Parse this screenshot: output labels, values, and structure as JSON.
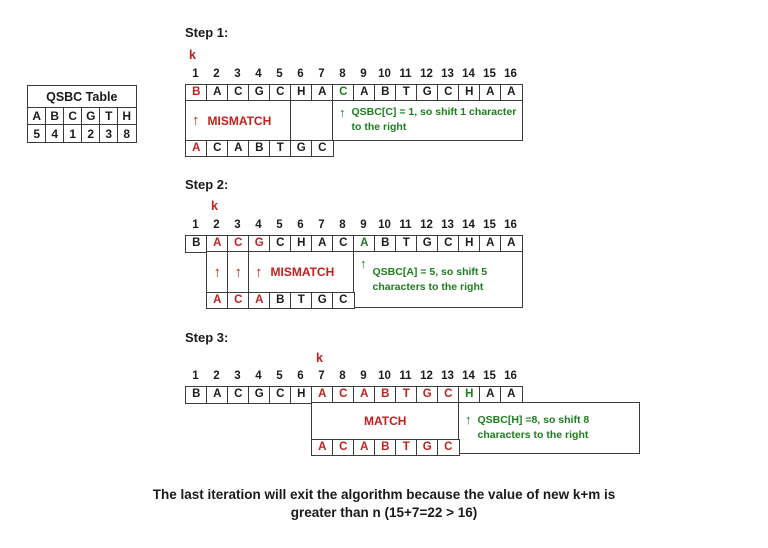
{
  "icons": {
    "up_arrow": "↑"
  },
  "qsbc_table": {
    "title": "QSBC Table",
    "letters": [
      {
        "ch": "A",
        "color": "black"
      },
      {
        "ch": "B",
        "color": "black"
      },
      {
        "ch": "C",
        "color": "black"
      },
      {
        "ch": "G",
        "color": "black"
      },
      {
        "ch": "T",
        "color": "black"
      },
      {
        "ch": "H",
        "color": "black"
      }
    ],
    "values": [
      {
        "ch": "5",
        "color": "black"
      },
      {
        "ch": "4",
        "color": "black"
      },
      {
        "ch": "1",
        "color": "black"
      },
      {
        "ch": "2",
        "color": "black"
      },
      {
        "ch": "3",
        "color": "black"
      },
      {
        "ch": "8",
        "color": "black"
      }
    ]
  },
  "indices": [
    "1",
    "2",
    "3",
    "4",
    "5",
    "6",
    "7",
    "8",
    "9",
    "10",
    "11",
    "12",
    "13",
    "14",
    "15",
    "16"
  ],
  "steps": [
    {
      "label": "Step 1:",
      "k": "k",
      "text_cells": [
        {
          "ch": "B",
          "color": "red"
        },
        {
          "ch": "A",
          "color": "black"
        },
        {
          "ch": "C",
          "color": "black"
        },
        {
          "ch": "G",
          "color": "black"
        },
        {
          "ch": "C",
          "color": "black"
        },
        {
          "ch": "H",
          "color": "black"
        },
        {
          "ch": "A",
          "color": "black"
        },
        {
          "ch": "C",
          "color": "green"
        },
        {
          "ch": "A",
          "color": "black"
        },
        {
          "ch": "B",
          "color": "black"
        },
        {
          "ch": "T",
          "color": "black"
        },
        {
          "ch": "G",
          "color": "black"
        },
        {
          "ch": "C",
          "color": "black"
        },
        {
          "ch": "H",
          "color": "black"
        },
        {
          "ch": "A",
          "color": "black"
        },
        {
          "ch": "A",
          "color": "black"
        }
      ],
      "mismatch_label": "MISMATCH",
      "green_note": "QSBC[C] = 1, so shift 1 character to the right",
      "pattern_cells": [
        {
          "ch": "A",
          "color": "red"
        },
        {
          "ch": "C",
          "color": "black"
        },
        {
          "ch": "A",
          "color": "black"
        },
        {
          "ch": "B",
          "color": "black"
        },
        {
          "ch": "T",
          "color": "black"
        },
        {
          "ch": "G",
          "color": "black"
        },
        {
          "ch": "C",
          "color": "black"
        }
      ]
    },
    {
      "label": "Step 2:",
      "k": "k",
      "text_cells": [
        {
          "ch": "B",
          "color": "black"
        },
        {
          "ch": "A",
          "color": "red"
        },
        {
          "ch": "C",
          "color": "red"
        },
        {
          "ch": "G",
          "color": "red"
        },
        {
          "ch": "C",
          "color": "black"
        },
        {
          "ch": "H",
          "color": "black"
        },
        {
          "ch": "A",
          "color": "black"
        },
        {
          "ch": "C",
          "color": "black"
        },
        {
          "ch": "A",
          "color": "green"
        },
        {
          "ch": "B",
          "color": "black"
        },
        {
          "ch": "T",
          "color": "black"
        },
        {
          "ch": "G",
          "color": "black"
        },
        {
          "ch": "C",
          "color": "black"
        },
        {
          "ch": "H",
          "color": "black"
        },
        {
          "ch": "A",
          "color": "black"
        },
        {
          "ch": "A",
          "color": "black"
        }
      ],
      "mismatch_label": "MISMATCH",
      "green_note": "QSBC[A] = 5, so shift 5 characters to the right",
      "pattern_cells": [
        {
          "ch": "A",
          "color": "red"
        },
        {
          "ch": "C",
          "color": "red"
        },
        {
          "ch": "A",
          "color": "red"
        },
        {
          "ch": "B",
          "color": "black"
        },
        {
          "ch": "T",
          "color": "black"
        },
        {
          "ch": "G",
          "color": "black"
        },
        {
          "ch": "C",
          "color": "black"
        }
      ]
    },
    {
      "label": "Step 3:",
      "k": "k",
      "text_cells": [
        {
          "ch": "B",
          "color": "black"
        },
        {
          "ch": "A",
          "color": "black"
        },
        {
          "ch": "C",
          "color": "black"
        },
        {
          "ch": "G",
          "color": "black"
        },
        {
          "ch": "C",
          "color": "black"
        },
        {
          "ch": "H",
          "color": "black"
        },
        {
          "ch": "A",
          "color": "red"
        },
        {
          "ch": "C",
          "color": "red"
        },
        {
          "ch": "A",
          "color": "red"
        },
        {
          "ch": "B",
          "color": "red"
        },
        {
          "ch": "T",
          "color": "red"
        },
        {
          "ch": "G",
          "color": "red"
        },
        {
          "ch": "C",
          "color": "red"
        },
        {
          "ch": "H",
          "color": "green"
        },
        {
          "ch": "A",
          "color": "black"
        },
        {
          "ch": "A",
          "color": "black"
        }
      ],
      "match_label": "MATCH",
      "green_note": "QSBC[H] =8, so shift 8 characters to the right",
      "pattern_cells": [
        {
          "ch": "A",
          "color": "red"
        },
        {
          "ch": "C",
          "color": "red"
        },
        {
          "ch": "A",
          "color": "red"
        },
        {
          "ch": "B",
          "color": "red"
        },
        {
          "ch": "T",
          "color": "red"
        },
        {
          "ch": "G",
          "color": "red"
        },
        {
          "ch": "C",
          "color": "red"
        }
      ]
    }
  ],
  "footer": {
    "line1": "The last iteration will exit the algorithm because the value of new k+m is",
    "line2": "greater than n (15+7=22 > 16)"
  }
}
